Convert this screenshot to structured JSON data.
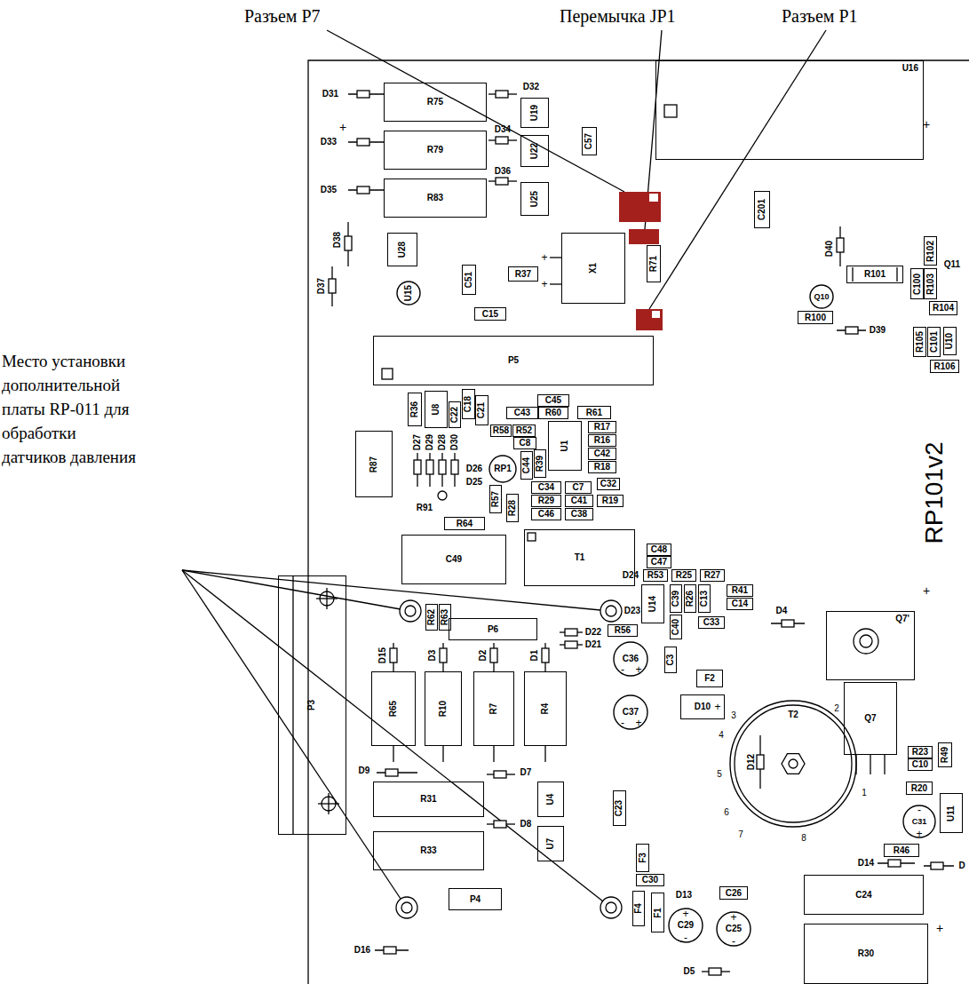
{
  "diagram": {
    "nodes": [
      {
        "text": [
          "R75"
        ]
      },
      {
        "text": [
          "U19"
        ]
      },
      {
        "text": [
          "C57"
        ]
      },
      {
        "text": [
          "R79"
        ]
      },
      {
        "text": [
          "U22"
        ]
      },
      {
        "text": [
          "U16"
        ]
      },
      {
        "text": [
          "U25"
        ]
      },
      {
        "text": [
          "R83"
        ]
      },
      {
        "text": [
          "C201"
        ]
      },
      {
        "text": [
          "U28"
        ]
      },
      {
        "text": [
          "X1"
        ]
      },
      {
        "text": [
          "R71"
        ]
      },
      {
        "text": [
          "R102"
        ]
      },
      {
        "text": [
          "R37"
        ]
      },
      {
        "text": [
          "R101"
        ]
      },
      {
        "text": [
          "C100"
        ]
      },
      {
        "text": [
          "R103"
        ]
      },
      {
        "text": [
          "C51"
        ]
      },
      {
        "text": [
          "U15"
        ]
      },
      {
        "text": [
          "Q10"
        ]
      },
      {
        "text": [
          "R100"
        ]
      },
      {
        "text": [
          "R104"
        ]
      },
      {
        "text": [
          "C15"
        ]
      },
      {
        "text": [
          "R105"
        ]
      },
      {
        "text": [
          "C101"
        ]
      },
      {
        "text": [
          "U10"
        ]
      },
      {
        "text": [
          "P5"
        ]
      },
      {
        "text": [
          "R106"
        ]
      },
      {
        "text": [
          "C45"
        ]
      },
      {
        "text": [
          "R36"
        ]
      },
      {
        "text": [
          "U8"
        ]
      },
      {
        "text": [
          "C18"
        ]
      },
      {
        "text": [
          "C21"
        ]
      },
      {
        "text": [
          "C22"
        ]
      },
      {
        "text": [
          "C43"
        ]
      },
      {
        "text": [
          "R60"
        ]
      },
      {
        "text": [
          "R61"
        ]
      },
      {
        "text": [
          "R58"
        ]
      },
      {
        "text": [
          "R52"
        ]
      },
      {
        "text": [
          "R17"
        ]
      },
      {
        "text": [
          "C8"
        ]
      },
      {
        "text": [
          "U1"
        ]
      },
      {
        "text": [
          "R16"
        ]
      },
      {
        "text": [
          "R87"
        ]
      },
      {
        "text": [
          "C42"
        ]
      },
      {
        "text": [
          "C44"
        ]
      },
      {
        "text": [
          "R39"
        ]
      },
      {
        "text": [
          "RP1"
        ]
      },
      {
        "text": [
          "R18"
        ]
      },
      {
        "text": [
          "C34"
        ]
      },
      {
        "text": [
          "C7"
        ]
      },
      {
        "text": [
          "C32"
        ]
      },
      {
        "text": [
          "R57"
        ]
      },
      {
        "text": [
          "R28"
        ]
      },
      {
        "text": [
          "R29"
        ]
      },
      {
        "text": [
          "C41"
        ]
      },
      {
        "text": [
          "R19"
        ]
      },
      {
        "text": [
          "C46"
        ]
      },
      {
        "text": [
          "C38"
        ]
      },
      {
        "text": [
          "R64"
        ]
      },
      {
        "text": [
          "C49"
        ]
      },
      {
        "text": [
          "T1"
        ]
      },
      {
        "text": [
          "C48"
        ]
      },
      {
        "text": [
          "C47"
        ]
      },
      {
        "text": [
          "R53"
        ]
      },
      {
        "text": [
          "R25"
        ]
      },
      {
        "text": [
          "R27"
        ]
      },
      {
        "text": [
          "R41"
        ]
      },
      {
        "text": [
          "R62"
        ]
      },
      {
        "text": [
          "R63"
        ]
      },
      {
        "text": [
          "U14"
        ]
      },
      {
        "text": [
          "C39"
        ]
      },
      {
        "text": [
          "R26"
        ]
      },
      {
        "text": [
          "C13"
        ]
      },
      {
        "text": [
          "C14"
        ]
      },
      {
        "text": [
          "R56"
        ]
      },
      {
        "text": [
          "P6"
        ]
      },
      {
        "text": [
          "C40"
        ]
      },
      {
        "text": [
          "C33"
        ]
      },
      {
        "text": [
          "C3"
        ]
      },
      {
        "text": [
          "C36"
        ]
      },
      {
        "text": [
          "Q7'"
        ]
      },
      {
        "text": [
          "F2"
        ]
      },
      {
        "text": [
          "Q7"
        ]
      },
      {
        "text": [
          "R65"
        ]
      },
      {
        "text": [
          "R10"
        ]
      },
      {
        "text": [
          "R7"
        ]
      },
      {
        "text": [
          "R4"
        ]
      },
      {
        "text": [
          "D10"
        ]
      },
      {
        "text": [
          "C37"
        ]
      },
      {
        "text": [
          "T2"
        ]
      },
      {
        "text": [
          "R23"
        ]
      },
      {
        "text": [
          "C10"
        ]
      },
      {
        "text": [
          "R49"
        ]
      },
      {
        "text": [
          "R31"
        ]
      },
      {
        "text": [
          "U4"
        ]
      },
      {
        "text": [
          "R20"
        ]
      },
      {
        "text": [
          "C23"
        ]
      },
      {
        "text": [
          "U11"
        ]
      },
      {
        "text": [
          "C31"
        ]
      },
      {
        "text": [
          "R33"
        ]
      },
      {
        "text": [
          "U7"
        ]
      },
      {
        "text": [
          "R46"
        ]
      },
      {
        "text": [
          "F3"
        ]
      },
      {
        "text": [
          "C30"
        ]
      },
      {
        "text": [
          "C26"
        ]
      },
      {
        "text": [
          "C24"
        ]
      },
      {
        "text": [
          "P4"
        ]
      },
      {
        "text": [
          "F4"
        ]
      },
      {
        "text": [
          "F1"
        ]
      },
      {
        "text": [
          "C29"
        ]
      },
      {
        "text": [
          "C25"
        ]
      },
      {
        "text": [
          "R30"
        ]
      },
      {
        "text": [
          "P3"
        ]
      }
    ],
    "labels": [
      "Разъем P7",
      "Перемычка JP1",
      "Разъем P1",
      "Место установки дополнительной платы RP-011 для обработки датчиков давления",
      "D31",
      "D32",
      "+",
      "D33",
      "D34",
      "D35",
      "D36",
      "+",
      "D38",
      "D37",
      "+",
      "+",
      "D40",
      "Q11",
      "D39",
      "RP101v2",
      "D27",
      "D29",
      "D28",
      "D30",
      "D26",
      "D25",
      "R91",
      "D24",
      "D23",
      "D22",
      "D21",
      "+",
      "D4",
      "D15",
      "D3",
      "D2",
      "D1",
      "-",
      "+",
      "+",
      "-",
      "+",
      "3",
      "2",
      "4",
      "D12",
      "5",
      "1",
      "6",
      "7",
      "8",
      "D9",
      "D7",
      "D8",
      "-",
      "+",
      "D14",
      "D",
      "D13",
      "+",
      "-",
      "+",
      "-",
      "+",
      "D5",
      "D16"
    ]
  }
}
